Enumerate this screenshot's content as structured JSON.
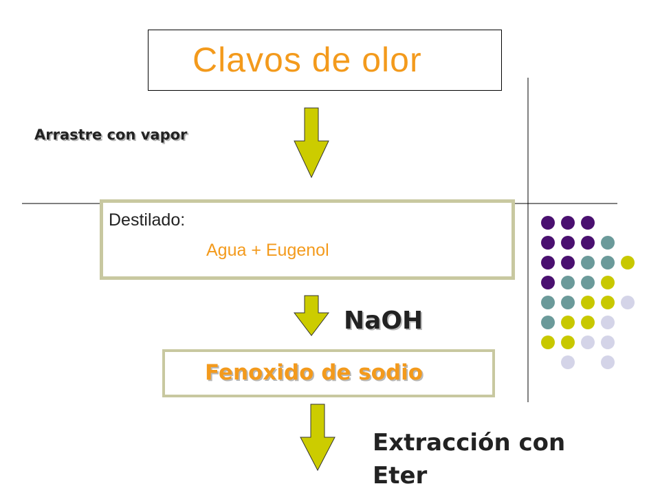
{
  "title": "Clavos de olor",
  "steps": {
    "steam_distillation_label": "Arrastre con vapor",
    "distillate_label": "Destilado:",
    "distillate_contents": "Agua  + Eugenol",
    "reagent_label": "NaOH",
    "product_label": "Fenoxido de sodio",
    "extraction_label": "Extracción con Eter"
  },
  "colors": {
    "title_orange": "#f39a1c",
    "arrow_fill": "#cccc00",
    "box_border": "#c8c8a0",
    "dot_purple": "#4a1070",
    "dot_teal": "#6b9a9a",
    "dot_lime": "#c8c800",
    "dot_lavender": "#d4d4e8"
  },
  "decoration": {
    "dot_grid": [
      [
        "purple",
        "purple",
        "purple",
        "",
        ""
      ],
      [
        "purple",
        "purple",
        "purple",
        "teal",
        ""
      ],
      [
        "purple",
        "purple",
        "teal",
        "teal",
        "lime"
      ],
      [
        "purple",
        "teal",
        "teal",
        "lime",
        ""
      ],
      [
        "teal",
        "teal",
        "lime",
        "lime",
        "lavender"
      ],
      [
        "teal",
        "lime",
        "lime",
        "lavender",
        ""
      ],
      [
        "lime",
        "lime",
        "lavender",
        "lavender",
        ""
      ],
      [
        "",
        "lavender",
        "",
        "lavender",
        ""
      ]
    ]
  }
}
